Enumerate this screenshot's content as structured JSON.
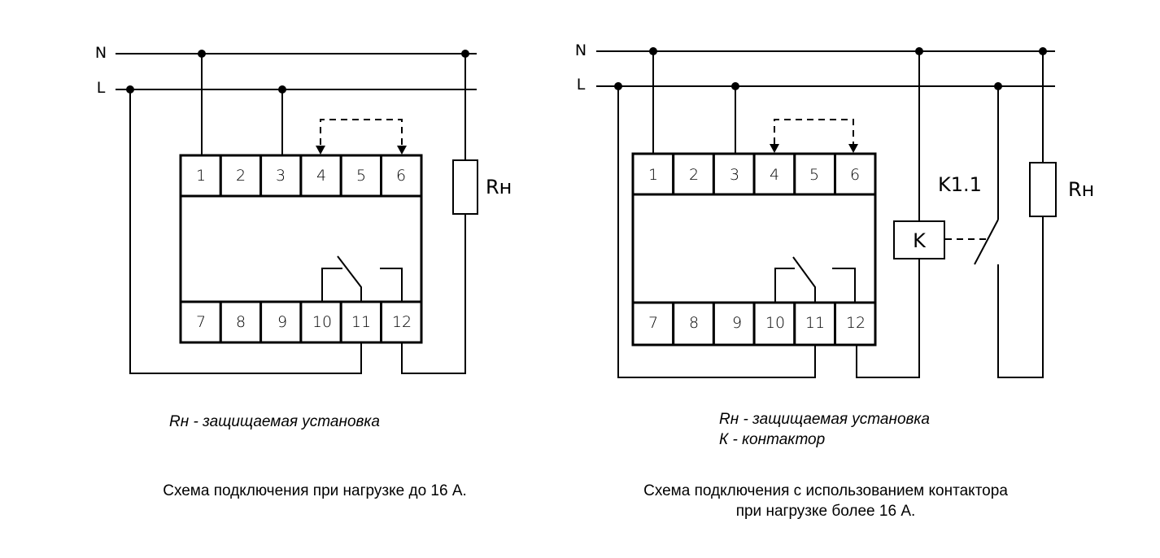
{
  "diagrams": [
    {
      "id": "left",
      "bus": {
        "n_label": "N",
        "l_label": "L"
      },
      "terminals_top": [
        "1",
        "2",
        "3",
        "4",
        "5",
        "6"
      ],
      "terminals_bottom": [
        "7",
        "8",
        "9",
        "10",
        "11",
        "12"
      ],
      "load_label": "Rн",
      "legend": [
        "Rн - защищаемая установка"
      ],
      "caption": [
        "Схема подключения при нагрузке до 16 А."
      ]
    },
    {
      "id": "right",
      "bus": {
        "n_label": "N",
        "l_label": "L"
      },
      "terminals_top": [
        "1",
        "2",
        "3",
        "4",
        "5",
        "6"
      ],
      "terminals_bottom": [
        "7",
        "8",
        "9",
        "10",
        "11",
        "12"
      ],
      "load_label": "Rн",
      "contactor_label": "K",
      "contact_label": "K1.1",
      "legend": [
        "Rн - защищаемая установка",
        "К - контактор"
      ],
      "caption": [
        "Схема подключения с использованием контактора",
        "при нагрузке более 16 А."
      ]
    }
  ]
}
